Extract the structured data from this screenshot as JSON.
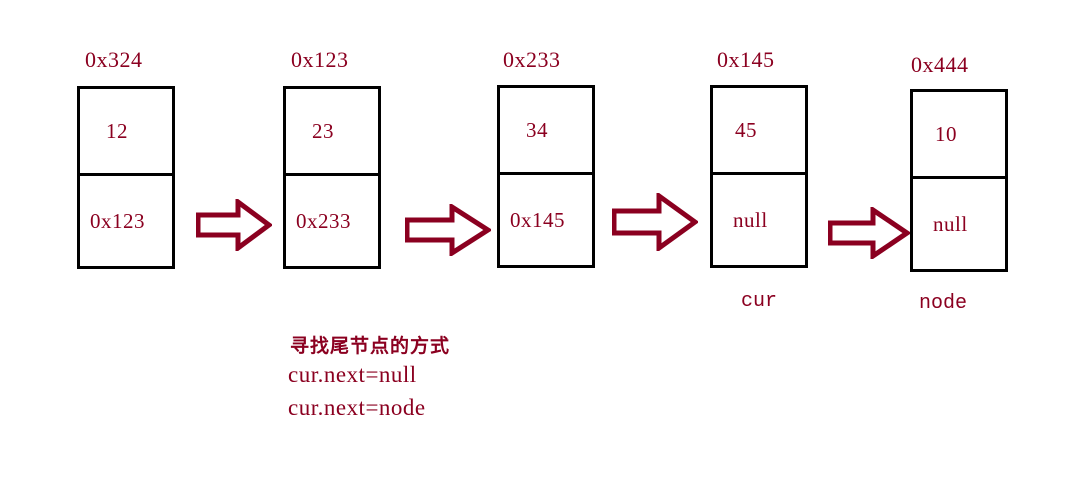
{
  "diagram": {
    "title": "linked-list-append-node",
    "accent_color": "#8B0020",
    "box_border_color": "#000000",
    "background": "#ffffff",
    "nodes": [
      {
        "address": "0x324",
        "value": "12",
        "next": "0x123",
        "pointer_label": ""
      },
      {
        "address": "0x123",
        "value": "23",
        "next": "0x233",
        "pointer_label": ""
      },
      {
        "address": "0x233",
        "value": "34",
        "next": "0x145",
        "pointer_label": ""
      },
      {
        "address": "0x145",
        "value": "45",
        "next": "null",
        "pointer_label": "cur"
      },
      {
        "address": "0x444",
        "value": "10",
        "next": "null",
        "pointer_label": "node"
      }
    ],
    "arrows": [
      {
        "name": "arrow-1",
        "from": "0x324",
        "to": "0x123"
      },
      {
        "name": "arrow-2",
        "from": "0x123",
        "to": "0x233"
      },
      {
        "name": "arrow-3",
        "from": "0x233",
        "to": "0x145"
      },
      {
        "name": "arrow-4",
        "from": "0x145",
        "to": "0x444"
      }
    ],
    "annotations": [
      "寻找尾节点的方式",
      "cur.next=null",
      "cur.next=node"
    ]
  }
}
